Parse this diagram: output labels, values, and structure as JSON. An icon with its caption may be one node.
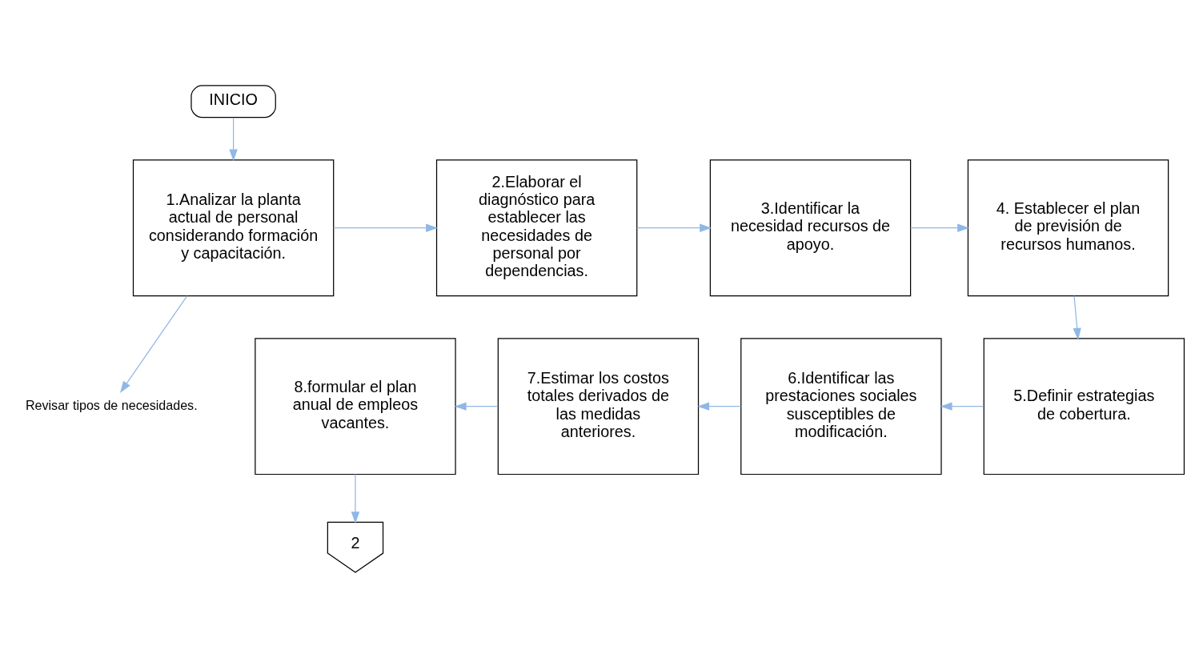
{
  "diagram": {
    "nodes": [
      {
        "text": [
          "INICIO"
        ]
      },
      {
        "text": [
          "1.Analizar la planta actual de personal considerando formación y capacitación."
        ]
      },
      {
        "text": [
          "2.Elaborar el diagnóstico para establecer las necesidades de personal por dependencias."
        ]
      },
      {
        "text": [
          "3.Identificar la necesidad recursos de apoyo."
        ]
      },
      {
        "text": [
          "4. Establecer el plan de previsión de recursos humanos."
        ]
      },
      {
        "text": [
          "5.Definir estrategias de cobertura."
        ]
      },
      {
        "text": [
          "6.Identificar las prestaciones sociales susceptibles de modificación."
        ]
      },
      {
        "text": [
          "7.Estimar los costos totales derivados de las medidas anteriores."
        ]
      },
      {
        "text": [
          "8.formular el plan anual de empleos vacantes."
        ]
      },
      {
        "text": [
          "Revisar tipos de necesidades."
        ]
      },
      {
        "text": [
          "2"
        ]
      }
    ],
    "edges": [
      {
        "from": 0,
        "to": 1,
        "arrow": "to"
      },
      {
        "from": 1,
        "to": 2,
        "arrow": "to"
      },
      {
        "from": 2,
        "to": 3,
        "arrow": "to"
      },
      {
        "from": 3,
        "to": 4,
        "arrow": "to"
      },
      {
        "from": 4,
        "to": 5,
        "arrow": "to"
      },
      {
        "from": 5,
        "to": 6,
        "arrow": "to"
      },
      {
        "from": 6,
        "to": 7,
        "arrow": "to"
      },
      {
        "from": 7,
        "to": 8,
        "arrow": "to"
      },
      {
        "from": 1,
        "to": 9,
        "arrow": "to"
      },
      {
        "from": 8,
        "to": 10,
        "arrow": "to"
      }
    ]
  }
}
